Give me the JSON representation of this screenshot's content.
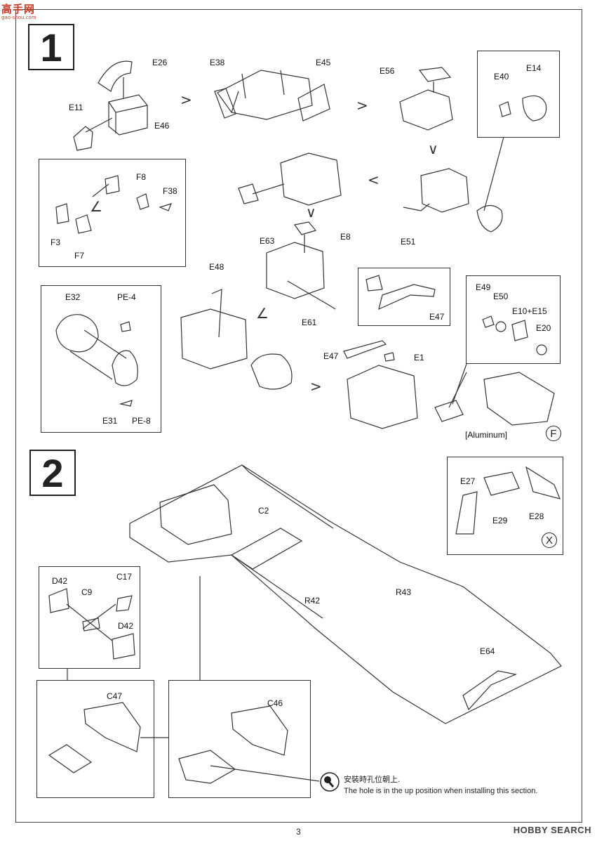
{
  "watermark": {
    "brand_cn": "高手网",
    "url": "gao-shou.com"
  },
  "steps": [
    {
      "number": "1"
    },
    {
      "number": "2"
    }
  ],
  "step1_labels": {
    "E26": "E26",
    "E11": "E11",
    "E46": "E46",
    "E38": "E38",
    "E45": "E45",
    "E56": "E56",
    "E40": "E40",
    "E14": "E14",
    "F8": "F8",
    "F38": "F38",
    "F3": "F3",
    "F7": "F7",
    "E51": "E51",
    "E63": "E63",
    "E8": "E8",
    "E61": "E61",
    "E48": "E48",
    "E32": "E32",
    "PE4": "PE-4",
    "E31": "E31",
    "PE8": "PE-8",
    "E47a": "E47",
    "E47b": "E47",
    "E1": "E1",
    "E49": "E49",
    "E50": "E50",
    "E1015": "E10+E15",
    "E20": "E20",
    "aluminum": "[Aluminum]",
    "markF": "F"
  },
  "step2_labels": {
    "E27": "E27",
    "E29": "E29",
    "E28": "E28",
    "markX": "X",
    "C2": "C2",
    "R42": "R42",
    "R43": "R43",
    "E64": "E64",
    "D42a": "D42",
    "C9": "C9",
    "C17": "C17",
    "D42b": "D42",
    "C47": "C47",
    "C46": "C46"
  },
  "note": {
    "chinese": "安裝時孔位朝上.",
    "english": "The hole is in the up position when installing this section."
  },
  "footer": {
    "page_number": "3",
    "brand": "HOBBY SEARCH"
  }
}
